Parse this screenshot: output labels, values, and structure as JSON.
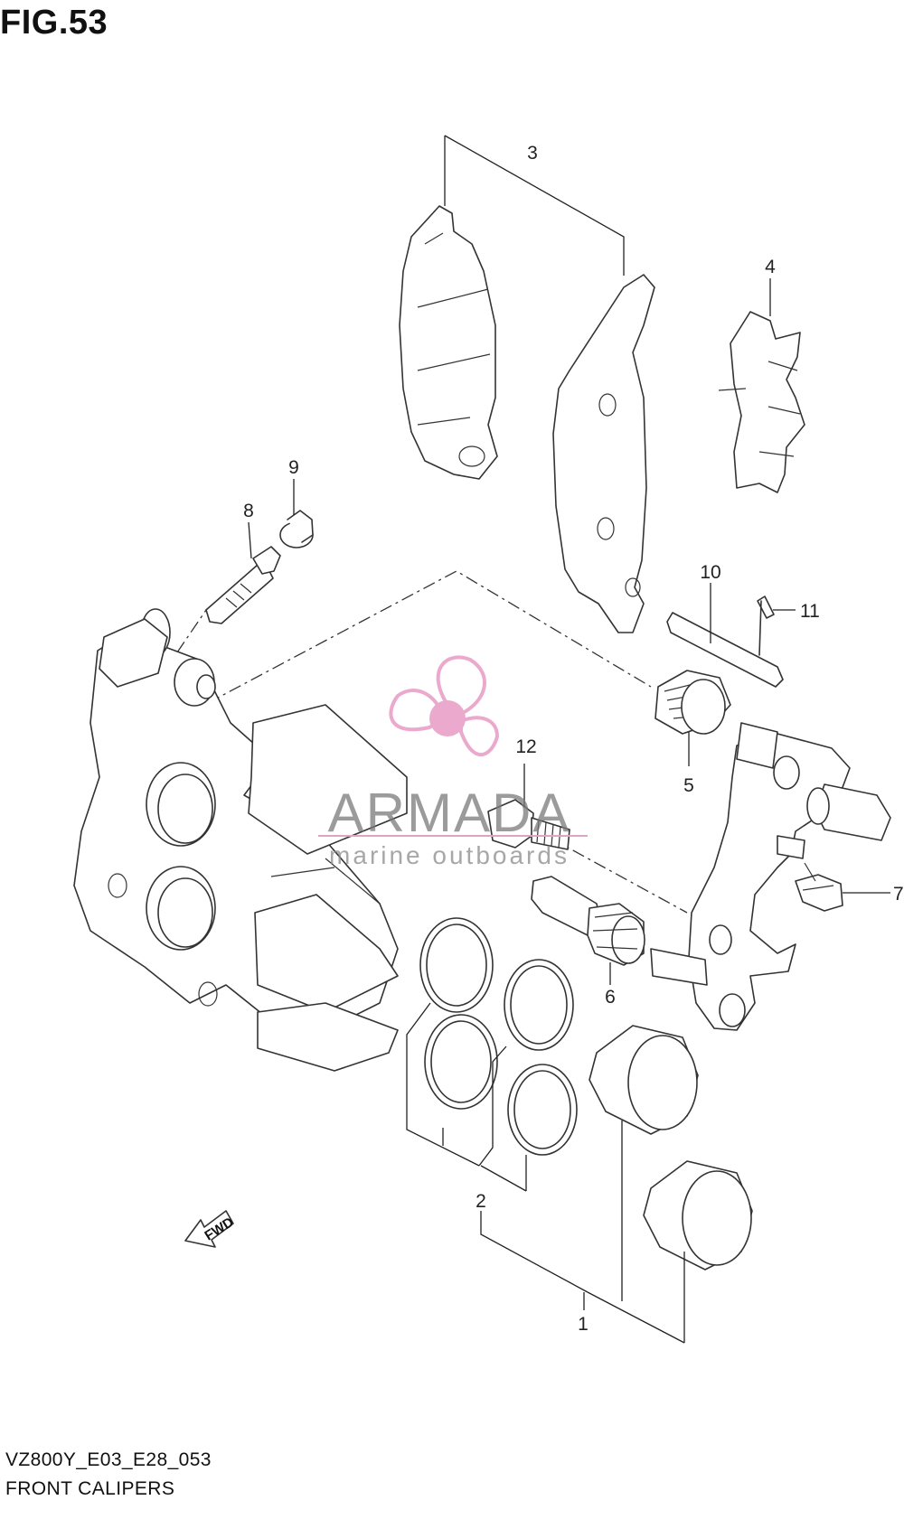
{
  "figure": {
    "title": "FIG.53",
    "model_code": "VZ800Y_E03_E28_053",
    "section_name": "FRONT CALIPERS"
  },
  "callouts": [
    {
      "id": "1",
      "label": "1"
    },
    {
      "id": "2",
      "label": "2"
    },
    {
      "id": "3",
      "label": "3"
    },
    {
      "id": "4",
      "label": "4"
    },
    {
      "id": "5",
      "label": "5"
    },
    {
      "id": "6",
      "label": "6"
    },
    {
      "id": "7",
      "label": "7"
    },
    {
      "id": "8",
      "label": "8"
    },
    {
      "id": "9",
      "label": "9"
    },
    {
      "id": "10",
      "label": "10"
    },
    {
      "id": "11",
      "label": "11"
    },
    {
      "id": "12",
      "label": "12"
    }
  ],
  "direction_arrow": {
    "label": "FWD"
  },
  "watermark": {
    "brand": "ARMADA",
    "tagline": "marine outboards",
    "accent_color": "#e8a0c8",
    "line_color": "#d9a6c6"
  },
  "colors": {
    "line_art": "#333333",
    "background": "#ffffff"
  }
}
